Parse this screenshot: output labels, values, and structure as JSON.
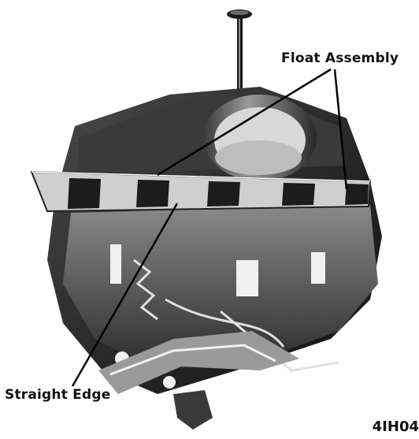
{
  "labels": {
    "float_assembly": "Float Assembly",
    "straight_edge": "Straight Edge"
  },
  "figure_number": "4IH04",
  "colors": {
    "ink": "#111111",
    "metal_dark": "#2a2a2a",
    "metal_mid": "#7a7a7a",
    "metal_light": "#d6d6d6"
  }
}
